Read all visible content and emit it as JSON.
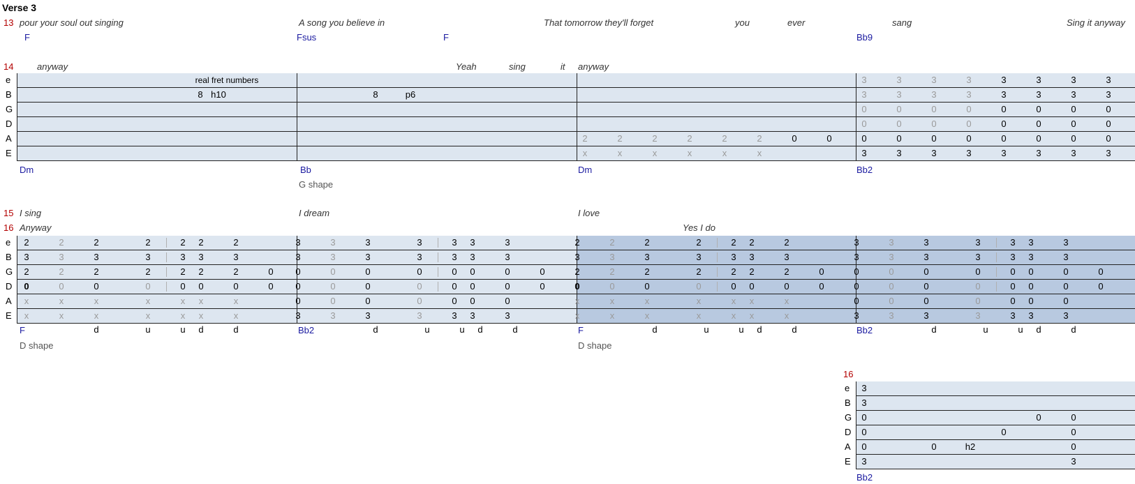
{
  "section_title": "Verse 3",
  "lines": {
    "l13": "13",
    "l14": "14",
    "l15": "15",
    "l16": "16",
    "l16b": "16"
  },
  "row13": {
    "lyrics": [
      "pour your soul out singing",
      "A song you believe in",
      "That tomorrow they'll forget",
      "you",
      "ever",
      "sang",
      "Sing it anyway"
    ],
    "chords": [
      "F",
      "Fsus",
      "F",
      "Bb9"
    ]
  },
  "row14": {
    "lyrics": [
      "anyway",
      "Yeah",
      "sing",
      "it",
      "anyway"
    ],
    "annotation": "real fret numbers",
    "b_string": [
      "8",
      "h10",
      "8",
      "p6"
    ],
    "chords": [
      "Dm",
      "Bb",
      "Dm",
      "Bb2"
    ],
    "shape": "G shape",
    "m3": {
      "A": [
        "2",
        "2",
        "2",
        "2",
        "2",
        "2",
        "0",
        "0"
      ],
      "E": [
        "x",
        "x",
        "x",
        "x",
        "x",
        "x"
      ]
    },
    "m4": {
      "e": [
        "3",
        "3",
        "3",
        "3",
        "3",
        "3",
        "3",
        "3"
      ],
      "B": [
        "3",
        "3",
        "3",
        "3",
        "3",
        "3",
        "3",
        "3"
      ],
      "G": [
        "0",
        "0",
        "0",
        "0",
        "0",
        "0",
        "0",
        "0"
      ],
      "D": [
        "0",
        "0",
        "0",
        "0",
        "0",
        "0",
        "0",
        "0"
      ],
      "A": [
        "0",
        "0",
        "0",
        "0",
        "0",
        "0",
        "0",
        "0"
      ],
      "E": [
        "3",
        "3",
        "3",
        "3",
        "3",
        "3",
        "3",
        "3"
      ]
    }
  },
  "string_names": [
    "e",
    "B",
    "G",
    "D",
    "A",
    "E"
  ],
  "row15": {
    "lyrics": [
      "I sing",
      "I dream",
      "I love"
    ],
    "lyrics16": [
      "Anyway",
      "Yes I do"
    ],
    "chords": [
      "F",
      "Bb2",
      "F",
      "Bb2"
    ],
    "strum": [
      "d",
      "u",
      "u",
      "d",
      "d"
    ],
    "shapes": [
      "D shape",
      "D shape"
    ],
    "fshape": {
      "e": [
        "2",
        "2",
        "2",
        "2",
        "2",
        "2",
        "2"
      ],
      "B": [
        "3",
        "3",
        "3",
        "3",
        "3",
        "3",
        "3"
      ],
      "G": [
        "2",
        "2",
        "2",
        "2",
        "2",
        "2",
        "2",
        "0"
      ],
      "D": [
        "0",
        "0",
        "0",
        "0",
        "0",
        "0",
        "0",
        "0"
      ],
      "A": [
        "x",
        "x",
        "x",
        "x",
        "x",
        "x",
        "x"
      ],
      "E": [
        "x",
        "x",
        "x",
        "x",
        "x",
        "x",
        "x"
      ]
    },
    "bbshape": {
      "e": [
        "3",
        "3",
        "3",
        "3",
        "3",
        "3",
        "3"
      ],
      "B": [
        "3",
        "3",
        "3",
        "3",
        "3",
        "3",
        "3"
      ],
      "G": [
        "0",
        "0",
        "0",
        "0",
        "0",
        "0",
        "0",
        "0"
      ],
      "D": [
        "0",
        "0",
        "0",
        "0",
        "0",
        "0",
        "0",
        "0"
      ],
      "A": [
        "0",
        "0",
        "0",
        "0",
        "0",
        "0",
        "0"
      ],
      "E": [
        "3",
        "3",
        "3",
        "3",
        "3",
        "3",
        "3"
      ]
    }
  },
  "row16b": {
    "e": [
      "3"
    ],
    "B": [
      "3"
    ],
    "G": [
      "0",
      "0",
      "0"
    ],
    "D": [
      "0",
      "0",
      "0"
    ],
    "A": [
      "0",
      "0",
      "h2",
      "0"
    ],
    "E": [
      "3",
      "3"
    ],
    "chord": "Bb2"
  },
  "colors": {
    "band_light": "#dde6f0",
    "band_dark": "#b8c9e0",
    "chord": "#1a1aa0",
    "line_number": "#b30000"
  }
}
